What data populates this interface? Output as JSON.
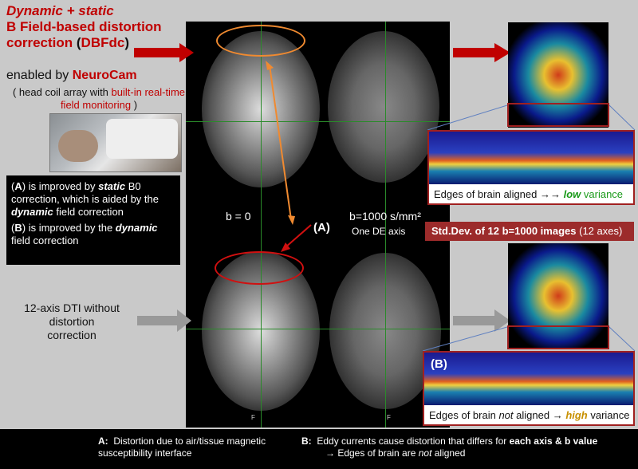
{
  "title": {
    "line1": "Dynamic + static",
    "line2": "B Field-based distortion",
    "line3a": "correction",
    "line3b": "(",
    "line3c": "DBFdc",
    "line3d": ")"
  },
  "enabled": {
    "prefix": "enabled by ",
    "name": "NeuroCam"
  },
  "headcoil": {
    "part1": "( head coil array with ",
    "part2": "built-in real-time field monitoring",
    "part3": " )"
  },
  "blackbox": {
    "a_label": "A",
    "a_text1": " is improved by ",
    "a_static": "static",
    "a_text2": " B0 correction, which is aided by the ",
    "a_dynamic": "dynamic",
    "a_text3": " field correction",
    "b_label": "B",
    "b_text1": " is improved by the ",
    "b_dynamic": "dynamic",
    "b_text2": " field correction"
  },
  "dti": {
    "text": "12-axis DTI without distortion correction"
  },
  "images": {
    "b0": "b = 0",
    "b1000": "b=1000 s/mm²",
    "one_de": "One DE axis",
    "a_marker": "(A)",
    "f1": "F",
    "f2": "F"
  },
  "stddev": {
    "main": "Std.Dev. of 12 b=1000 images",
    "suffix": "(12 axes)"
  },
  "zoom_top": {
    "cap1": "Edges of brain aligned ",
    "arrow": "→→",
    "low": "low",
    "cap2": " variance"
  },
  "zoom_bottom": {
    "marker": "(B)",
    "cap1": "Edges of brain ",
    "not": "not",
    "cap2": " aligned ",
    "arrow": "→",
    "high": "high",
    "cap3": " variance"
  },
  "bottom": {
    "a_label": "A:",
    "a_text": "Distortion due to air/tissue magnetic susceptibility interface",
    "b_label": "B:",
    "b_text1": "Eddy currents cause distortion that differs for ",
    "b_bold": "each axis & b value",
    "b_text2": "→ Edges of brain are ",
    "b_not": "not",
    "b_text3": " aligned"
  },
  "colors": {
    "accent_red": "#c00000",
    "std_bar": "#9c2b2b",
    "arrow_orange": "#f08a30",
    "arrow_gray": "#999999"
  }
}
